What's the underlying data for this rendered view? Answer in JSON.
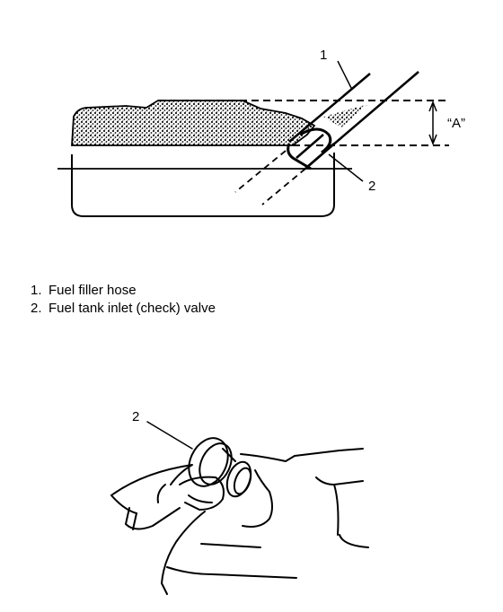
{
  "top_diagram": {
    "callout_1": "1",
    "callout_2": "2",
    "dimension_label": "“A”"
  },
  "legend": [
    {
      "number": "1.",
      "text": "Fuel filler hose"
    },
    {
      "number": "2.",
      "text": "Fuel tank inlet (check) valve"
    }
  ],
  "bottom_diagram": {
    "callout_2": "2"
  }
}
